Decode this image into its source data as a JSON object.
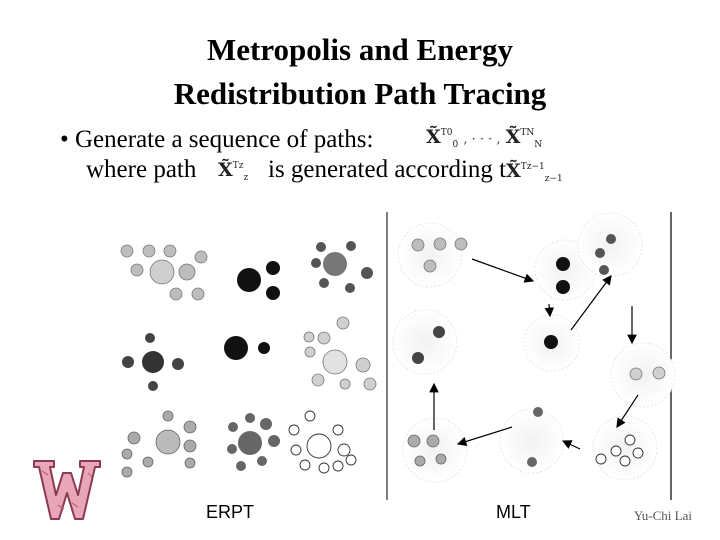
{
  "slide": {
    "title_line1": "Metropolis and Energy",
    "title_line2": "Redistribution Path Tracing",
    "bullet1": "• Generate a sequence of paths:",
    "bullet2_a": "where path",
    "bullet2_b": "is generated according to",
    "caption_left": "ERPT",
    "caption_right": "MLT",
    "author": "Yu-Chi Lai"
  },
  "math": {
    "x_symbol": "X̃",
    "sup_first": "T0",
    "sub_first": "0",
    "sup_last": "TN",
    "sub_last": "N",
    "sup_z": "Tz",
    "sub_z": "z",
    "sup_prev": "Tz−1",
    "sub_prev": "z−1",
    "ellipsis": ", · · · ,"
  },
  "colors": {
    "background": "#ffffff",
    "text": "#000000",
    "logo_fill": "#e8a6b8",
    "logo_stroke": "#8a3a52"
  },
  "icons": {
    "logo": "w-logo-icon"
  }
}
